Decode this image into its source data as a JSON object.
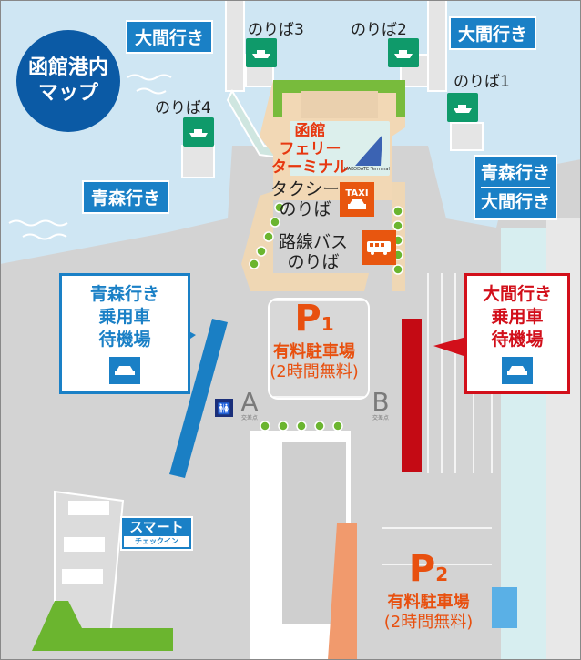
{
  "map": {
    "title": [
      "函館港内",
      "マップ"
    ],
    "destinations": {
      "oma_top_left": "大間行き",
      "aomori_left": "青森行き",
      "oma_top_right": "大間行き",
      "right_box": [
        "青森行き",
        "大間行き"
      ]
    },
    "berths": {
      "berth1": "のりば1",
      "berth2": "のりば2",
      "berth3": "のりば3",
      "berth4": "のりば4"
    },
    "terminal": {
      "name": [
        "函館",
        "フェリー",
        "ターミナル"
      ],
      "logo_text": "HAKODATE Terminal"
    },
    "taxi": {
      "label": [
        "タクシー",
        "のりば"
      ],
      "icon_text": "TAXI"
    },
    "bus": {
      "label": [
        "路線バス",
        "のりば"
      ]
    },
    "parking1": {
      "letter": "P",
      "number": "1",
      "label": "有料駐車場",
      "note": "(2時間無料)"
    },
    "parking2": {
      "letter": "P",
      "number": "2",
      "label": "有料駐車場",
      "note": "(2時間無料)"
    },
    "waiting_aomori": [
      "青森行き",
      "乗用車",
      "待機場"
    ],
    "waiting_oma": [
      "大間行き",
      "乗用車",
      "待機場"
    ],
    "intersection_a": {
      "letter": "A",
      "caption": "交差点"
    },
    "intersection_b": {
      "letter": "B",
      "caption": "交差点"
    },
    "smart_checkin": {
      "line1": "スマート",
      "line2": "チェックイン"
    },
    "colors": {
      "sea": "#cfe6f3",
      "road": "#d3d3d3",
      "title_circle": "#0b5aa5",
      "destination_blue": "#1a80c6",
      "ship_green": "#0f9a6a",
      "orange": "#e8500f",
      "red": "#d20f1a",
      "terminal_red": "#e73810"
    }
  }
}
